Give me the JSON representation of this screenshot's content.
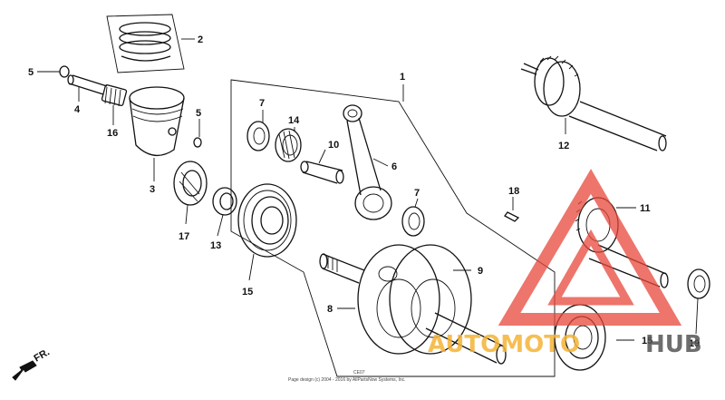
{
  "labels": {
    "l1": "1",
    "l2": "2",
    "l3": "3",
    "l4": "4",
    "l5a": "5",
    "l5b": "5",
    "l6": "6",
    "l7a": "7",
    "l7b": "7",
    "l8": "8",
    "l9": "9",
    "l10": "10",
    "l11": "11",
    "l12": "12",
    "l13": "13",
    "l14": "14",
    "l15a": "15",
    "l15b": "15",
    "l16": "16",
    "l17": "17",
    "l18": "18",
    "l19": "19"
  },
  "front_label": "FR.",
  "footer": {
    "line1": "CE07",
    "line2": "Page design (c) 2004 - 2016 by AllPartsNow Systems, Inc."
  },
  "watermark": {
    "text_a": "AUTOMOTO",
    "text_b": "HUB",
    "color_a": "#f5b335",
    "color_b": "#555555",
    "logo_color": "#e8473a"
  }
}
